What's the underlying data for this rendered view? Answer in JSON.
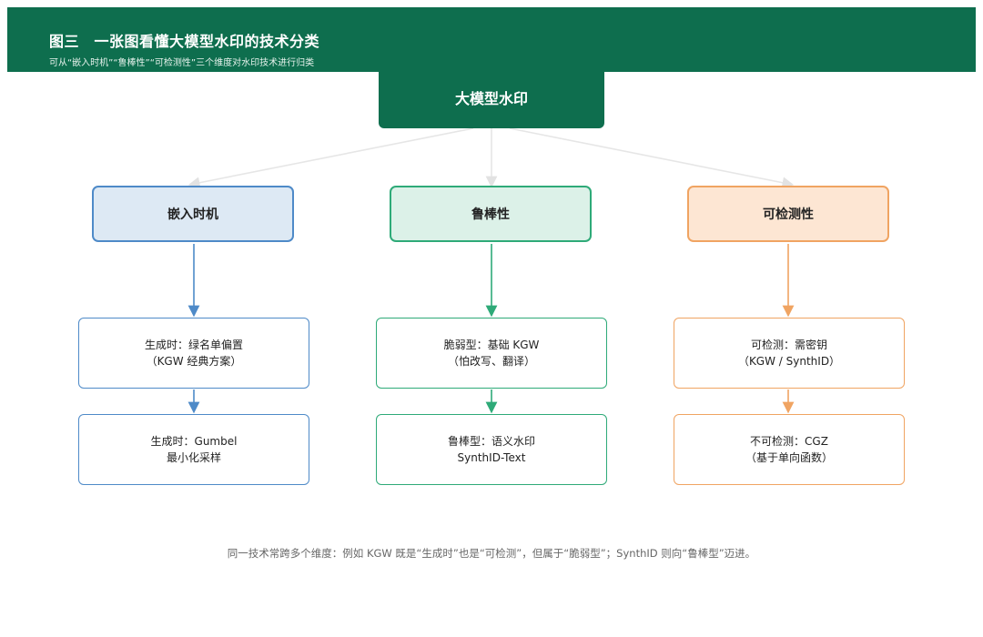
{
  "header": {
    "title": "图三　一张图看懂大模型水印的技术分类",
    "subtitle": "可从“嵌入时机”“鲁棒性”“可检测性”三个维度对水印技术进行归类"
  },
  "root": {
    "label": "大模型水印"
  },
  "categories": [
    {
      "label": "嵌入时机",
      "color": "#4e8ac8",
      "items": [
        {
          "line1": "生成时：绿名单偏置",
          "line2": "（KGW 经典方案）"
        },
        {
          "line1": "生成时：Gumbel",
          "line2": "最小化采样"
        }
      ]
    },
    {
      "label": "鲁棒性",
      "color": "#2eaa78",
      "items": [
        {
          "line1": "脆弱型：基础 KGW",
          "line2": "（怕改写、翻译）"
        },
        {
          "line1": "鲁棒型：语义水印",
          "line2": "SynthID-Text"
        }
      ]
    },
    {
      "label": "可检测性",
      "color": "#f0a462",
      "items": [
        {
          "line1": "可检测：需密钥",
          "line2": "（KGW / SynthID）"
        },
        {
          "line1": "不可检测：CGZ",
          "line2": "（基于单向函数）"
        }
      ]
    }
  ],
  "footnote": "同一技术常跨多个维度：例如 KGW 既是“生成时”也是“可检测”，但属于“脆弱型”；SynthID 则向“鲁棒型”迈进。"
}
